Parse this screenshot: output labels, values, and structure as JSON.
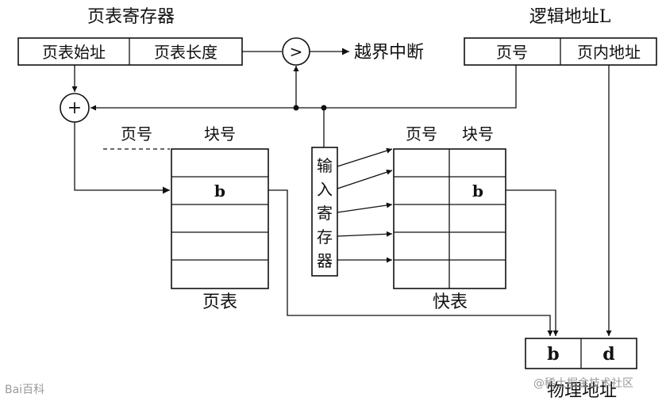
{
  "labels": {
    "page_table_register": "页表寄存器",
    "page_table_start": "页表始址",
    "page_table_length": "页表长度",
    "comparator": ">",
    "out_of_bounds": "越界中断",
    "logical_address": "逻辑地址L",
    "page_number": "页号",
    "page_offset": "页内地址",
    "adder": "+",
    "pt_page_number": "页号",
    "pt_block_number": "块号",
    "pt_b": "b",
    "page_table": "页表",
    "input_register": [
      "输",
      "入",
      "寄",
      "存",
      "器"
    ],
    "tlb_page_number": "页号",
    "tlb_block_number": "块号",
    "tlb_b": "b",
    "tlb": "快表",
    "phys_b": "b",
    "phys_d": "d",
    "physical_address": "物理地址"
  },
  "watermarks": {
    "left": "Bai百科",
    "right": "@稀土掘金技术社区"
  },
  "colors": {
    "line": "#111111",
    "background": "#ffffff",
    "watermark": "#9a9a9a"
  }
}
